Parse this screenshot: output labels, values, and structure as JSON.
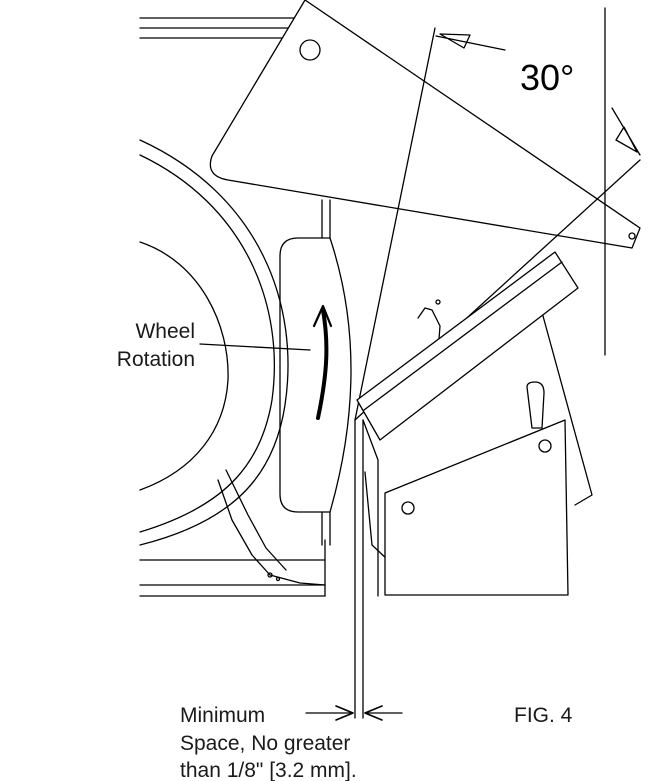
{
  "labels": {
    "wheel_line1": "Wheel",
    "wheel_line2": "Rotation",
    "angle": "30°",
    "fig": "FIG. 4",
    "min_line1": "Minimum",
    "min_line2": "Space, No greater",
    "min_line3": "than 1/8\" [3.2 mm]."
  },
  "colors": {
    "line": "#000000",
    "text": "#1a1a1a",
    "background": "#ffffff"
  }
}
